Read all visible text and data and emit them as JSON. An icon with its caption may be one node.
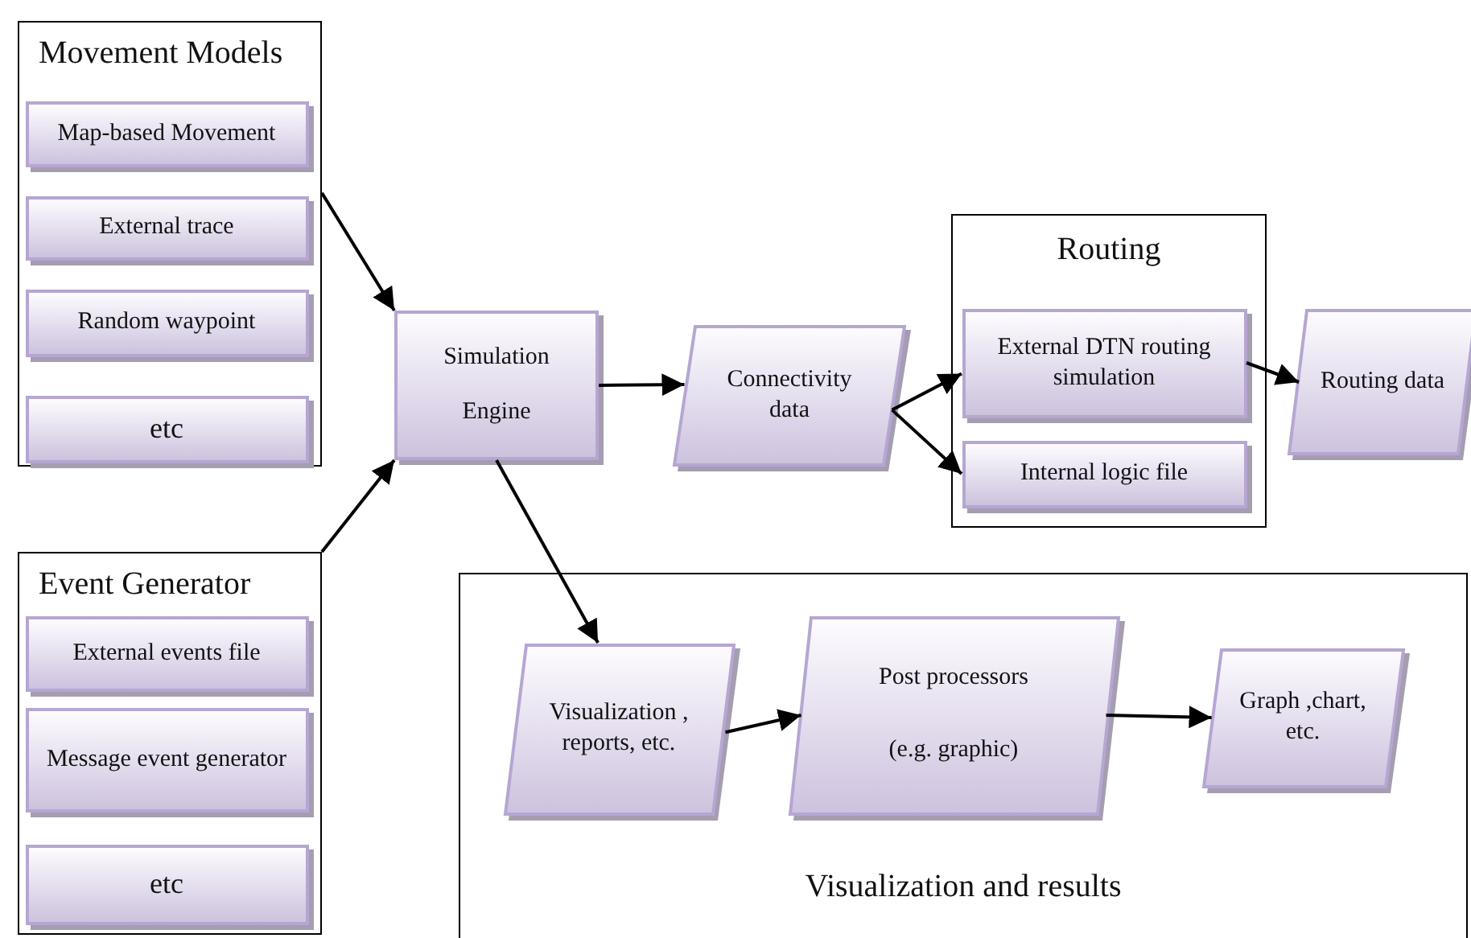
{
  "diagram": {
    "nodes": [
      {
        "text": [
          "Movement Models"
        ]
      },
      {
        "text": [
          "Map-based Movement"
        ],
        "in": 0
      },
      {
        "text": [
          "External trace"
        ],
        "in": 0
      },
      {
        "text": [
          "Random waypoint"
        ],
        "in": 0
      },
      {
        "text": [
          "etc"
        ],
        "in": 0
      },
      {
        "text": [
          "Event Generator"
        ]
      },
      {
        "text": [
          "External events file"
        ],
        "in": 5
      },
      {
        "text": [
          "Message event generator"
        ],
        "in": 5
      },
      {
        "text": [
          "etc"
        ],
        "in": 5
      },
      {
        "text": [
          "Simulation",
          "Engine"
        ]
      },
      {
        "text": [
          "Connectivity data"
        ]
      },
      {
        "text": [
          "Routing"
        ]
      },
      {
        "text": [
          "External DTN routing simulation"
        ],
        "in": 11
      },
      {
        "text": [
          "Internal logic file"
        ],
        "in": 11
      },
      {
        "text": [
          "Routing data"
        ]
      },
      {
        "text": [
          "Visualization and results"
        ]
      },
      {
        "text": [
          "Visualization , reports, etc."
        ],
        "in": 15
      },
      {
        "text": [
          "Post processors",
          "(e.g. graphic)"
        ],
        "in": 15
      },
      {
        "text": [
          "Graph ,chart, etc."
        ],
        "in": 15
      }
    ],
    "edges": [
      {
        "from": 0,
        "to": 9,
        "arrow": "to"
      },
      {
        "from": 5,
        "to": 9,
        "arrow": "to"
      },
      {
        "from": 9,
        "to": 10,
        "arrow": "to"
      },
      {
        "from": 9,
        "to": 16,
        "arrow": "to"
      },
      {
        "from": 10,
        "to": 12,
        "arrow": "to"
      },
      {
        "from": 10,
        "to": 13,
        "arrow": "to"
      },
      {
        "from": 12,
        "to": 14,
        "arrow": "to"
      },
      {
        "from": 16,
        "to": 17,
        "arrow": "to"
      },
      {
        "from": 17,
        "to": 18,
        "arrow": "to"
      }
    ]
  }
}
